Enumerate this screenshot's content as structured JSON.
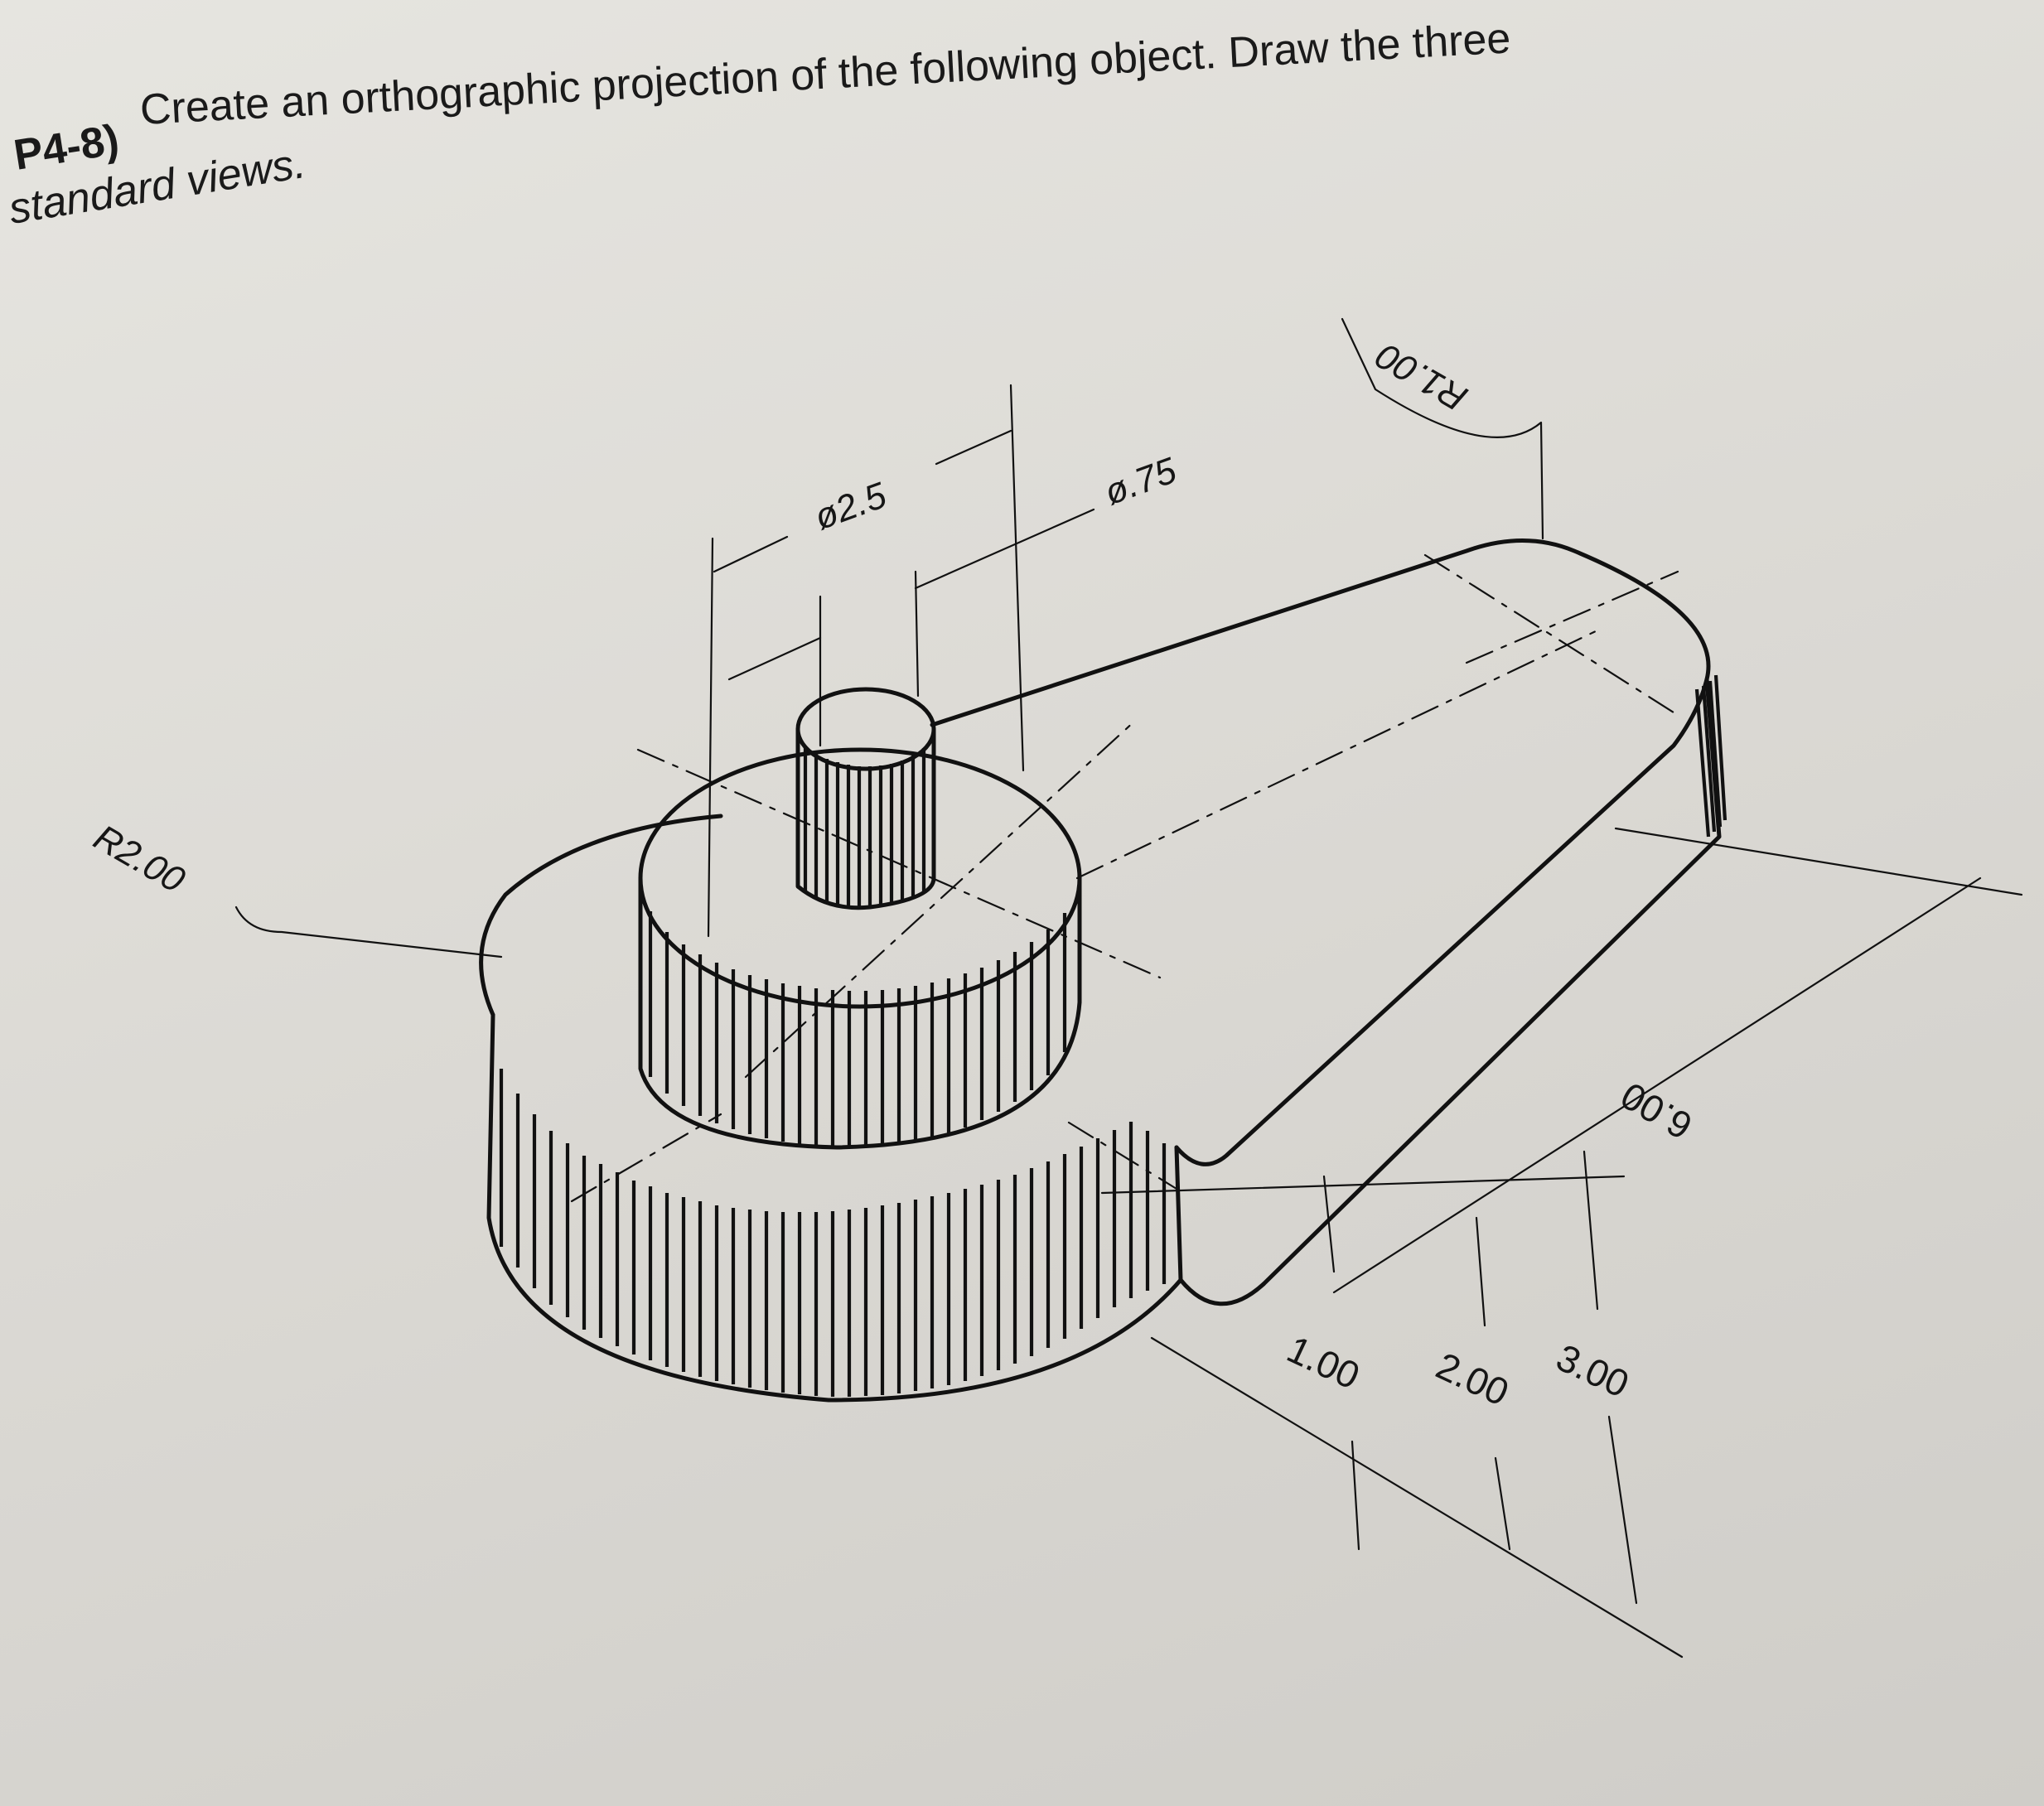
{
  "problem": {
    "number": "P4-8)",
    "line1": "Create an orthographic projection of the following object.  Draw the three",
    "line2": "standard views."
  },
  "dimensions": {
    "dia_large": "ø2.5",
    "dia_small": "ø.75",
    "radius_small": "R1.00",
    "radius_large": "R2.00",
    "length": "6.00",
    "height_1": "1.00",
    "height_2": "2.00",
    "height_3": "3.00"
  }
}
